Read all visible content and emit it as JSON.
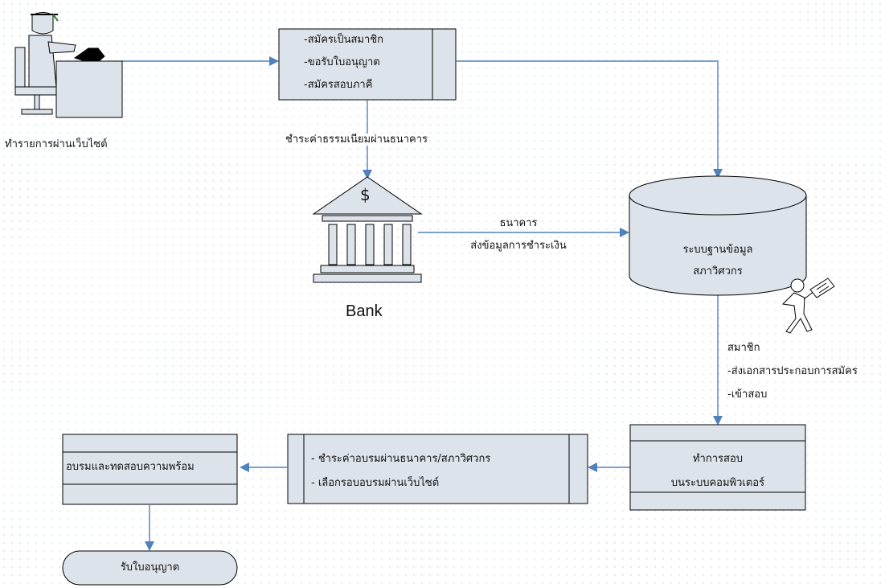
{
  "user": {
    "caption": "ทำรายการผ่านเว็บไซต์"
  },
  "registration_box": {
    "lines": [
      "-สมัครเป็นสมาชิก",
      "-ขอรับใบอนุญาต",
      "-สมัครสอบภาคี"
    ]
  },
  "fee_payment_label": "ชำระค่าธรรมเนียมผ่านธนาคาร",
  "bank": {
    "symbol": "$",
    "caption": "Bank"
  },
  "bank_transfer_label": {
    "line1": "ธนาคาร",
    "line2": "ส่งข้อมูลการชำระเงิน"
  },
  "database": {
    "line1": "ระบบฐานข้อมูล",
    "line2": "สภาวิศวกร"
  },
  "member_note": {
    "line1": "สมาชิก",
    "line2": "-ส่งเอกสารประกอบการสมัคร",
    "line3": "-เข้าสอบ"
  },
  "exam_box": {
    "line1": "ทำการสอบ",
    "line2": "บนระบบคอมพิวเตอร์"
  },
  "training_payment_box": {
    "line1": "- ชำระค่าอบรมผ่านธนาคาร/สภาวิศวกร",
    "line2": "- เลือกรอบอบรมผ่านเว็บไซต์"
  },
  "training_box": {
    "label": "อบรมและทดสอบความพร้อม"
  },
  "license_box": {
    "label": "รับใบอนุญาต"
  },
  "colors": {
    "shape_fill": "#dde3ea",
    "stroke": "#000000",
    "arrow": "#4f81bd"
  }
}
